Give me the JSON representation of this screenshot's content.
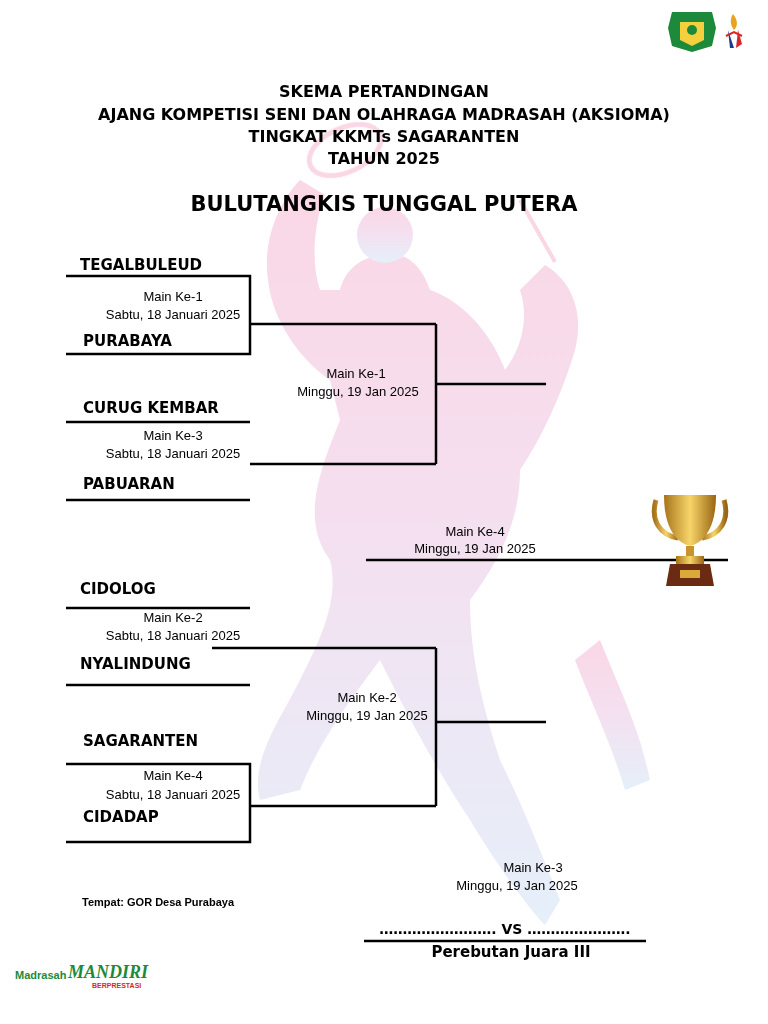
{
  "diagram": {
    "title": "SKEMA PERTANDINGAN",
    "labels": [
      "AJANG KOMPETISI SENI DAN OLAHRAGA MADRASAH (AKSIOMA)",
      "TINGKAT KKMTs SAGARANTEN",
      "TAHUN 2025",
      "BULUTANGKIS TUNGGAL PUTERA",
      "TEGALBULEUD",
      "Main Ke-1",
      "Sabtu, 18 Januari 2025",
      "PURABAYA",
      "Main Ke-1",
      "Minggu, 19 Jan 2025",
      "CURUG KEMBAR",
      "Main Ke-3",
      "Sabtu, 18 Januari 2025",
      "PABUARAN",
      "Main Ke-4",
      "Minggu, 19 Jan 2025",
      "CIDOLOG",
      "Main Ke-2",
      "Sabtu, 18 Januari 2025",
      "NYALINDUNG",
      "Main Ke-2",
      "Minggu, 19 Jan 2025",
      "SAGARANTEN",
      "Main Ke-4",
      "Sabtu, 18 Januari 2025",
      "CIDADAP",
      "Main Ke-3",
      "Minggu, 19 Jan 2025",
      "Tempat: GOR Desa Purabaya",
      "……………………. VS ………………….",
      "Perebutan Juara III",
      "Madrasah",
      "MANDIRI",
      "BERPRESTASI"
    ]
  }
}
